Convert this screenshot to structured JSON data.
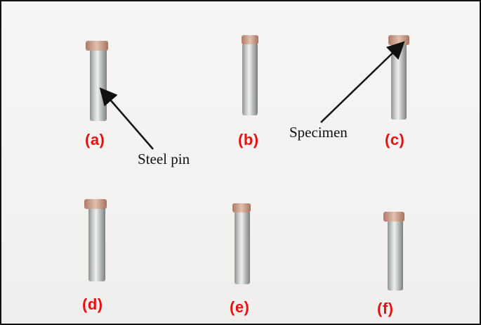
{
  "labels": {
    "a": "(a)",
    "b": "(b)",
    "c": "(c)",
    "d": "(d)",
    "e": "(e)",
    "f": "(f)"
  },
  "annotations": {
    "steel_pin": "Steel pin",
    "specimen": "Specimen"
  },
  "colors": {
    "label_red": "#e8100e",
    "pin_steel": "#b9bcbc",
    "specimen_copper": "#c79a85"
  }
}
